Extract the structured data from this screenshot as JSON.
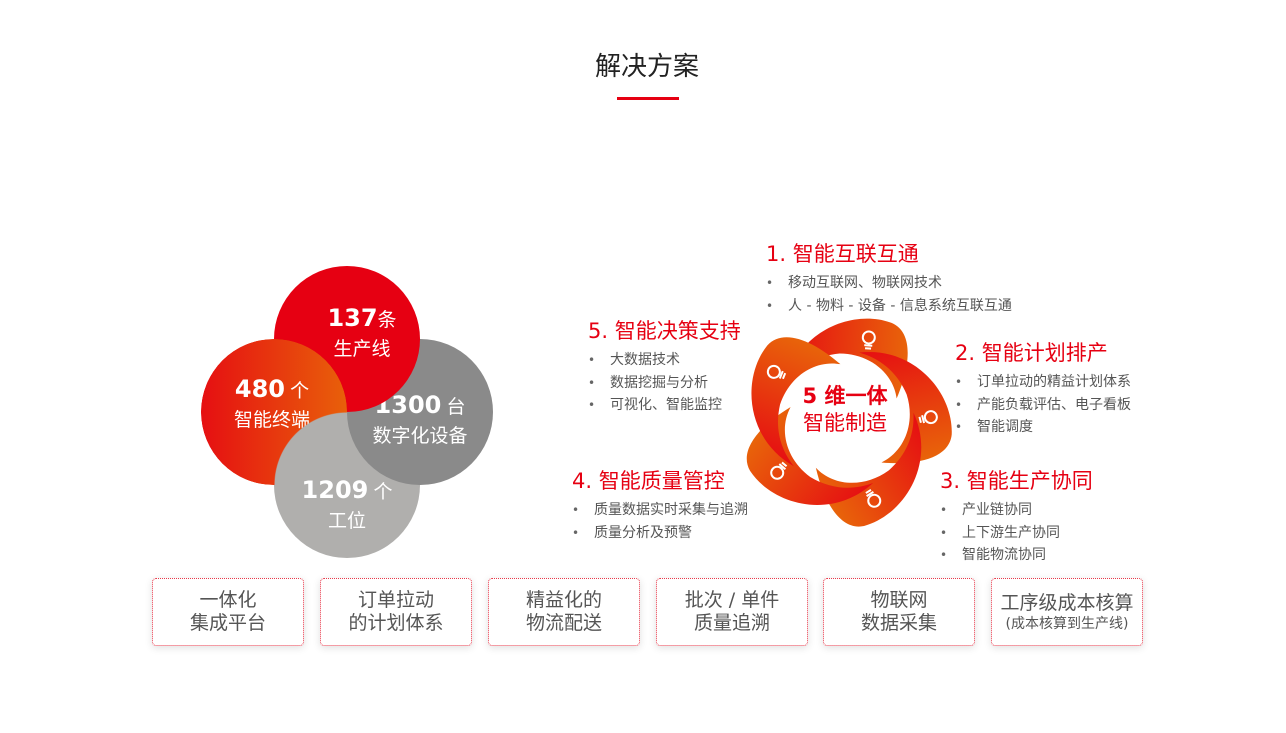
{
  "title": "解决方案",
  "stats": [
    {
      "num": "137",
      "unit": "条",
      "label": "生产线"
    },
    {
      "num": "480",
      "unit": "个",
      "label": "智能终端"
    },
    {
      "num": "1300",
      "unit": "台",
      "label": "数字化设备"
    },
    {
      "num": "1209",
      "unit": "个",
      "label": "工位"
    }
  ],
  "center": {
    "line1": "5 维一体",
    "line2": "智能制造"
  },
  "sections": [
    {
      "title": "1. 智能互联互通",
      "items": [
        "移动互联网、物联网技术",
        "人 - 物料 - 设备 - 信息系统互联互通"
      ]
    },
    {
      "title": "2. 智能计划排产",
      "items": [
        "订单拉动的精益计划体系",
        "产能负载评估、电子看板",
        "智能调度"
      ]
    },
    {
      "title": "3. 智能生产协同",
      "items": [
        "产业链协同",
        "上下游生产协同",
        "智能物流协同"
      ]
    },
    {
      "title": "4. 智能质量管控",
      "items": [
        "质量数据实时采集与追溯",
        "质量分析及预警"
      ]
    },
    {
      "title": "5. 智能决策支持",
      "items": [
        "大数据技术",
        "数据挖掘与分析",
        "可视化、智能监控"
      ]
    }
  ],
  "features": [
    {
      "line1": "一体化",
      "line2": "集成平台"
    },
    {
      "line1": "订单拉动",
      "line2": "的计划体系"
    },
    {
      "line1": "精益化的",
      "line2": "物流配送"
    },
    {
      "line1": "批次 / 单件",
      "line2": "质量追溯"
    },
    {
      "line1": "物联网",
      "line2": "数据采集"
    },
    {
      "line1": "工序级成本核算",
      "line2": "(成本核算到生产线)"
    }
  ],
  "colors": {
    "red": "#e60012",
    "orange": "#e8600a",
    "grey_dark": "#8a8a8a",
    "grey_light": "#b0afad"
  }
}
